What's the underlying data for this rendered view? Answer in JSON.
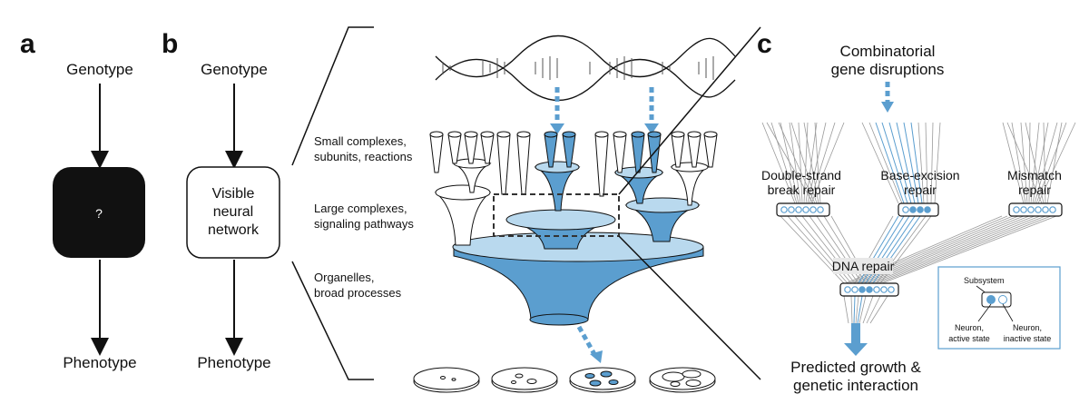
{
  "panel_a": {
    "letter": "a",
    "genotype": "Genotype",
    "box_label": "?",
    "phenotype": "Phenotype"
  },
  "panel_b": {
    "letter": "b",
    "genotype": "Genotype",
    "box_line1": "Visible",
    "box_line2": "neural",
    "box_line3": "network",
    "phenotype": "Phenotype",
    "level1_line1": "Small complexes,",
    "level1_line2": "subunits, reactions",
    "level2_line1": "Large complexes,",
    "level2_line2": "signaling pathways",
    "level3_line1": "Organelles,",
    "level3_line2": "broad processes"
  },
  "panel_c": {
    "letter": "c",
    "input_line1": "Combinatorial",
    "input_line2": "gene disruptions",
    "sub1_line1": "Double-strand",
    "sub1_line2": "break repair",
    "sub2_line1": "Base-excision",
    "sub2_line2": "repair",
    "sub3_line1": "Mismatch",
    "sub3_line2": "repair",
    "root_label": "DNA repair",
    "output_line1": "Predicted growth &",
    "output_line2": "genetic interaction",
    "legend_subsystem": "Subsystem",
    "legend_active_line1": "Neuron,",
    "legend_active_line2": "active state",
    "legend_inactive_line1": "Neuron,",
    "legend_inactive_line2": "inactive state"
  },
  "colors": {
    "accent_blue": "#5b9ecf",
    "light_blue": "#b9d9ee",
    "pale_blue": "#d6e9f5",
    "black_box": "#111111",
    "gray_lines": "#9a9a9a"
  }
}
